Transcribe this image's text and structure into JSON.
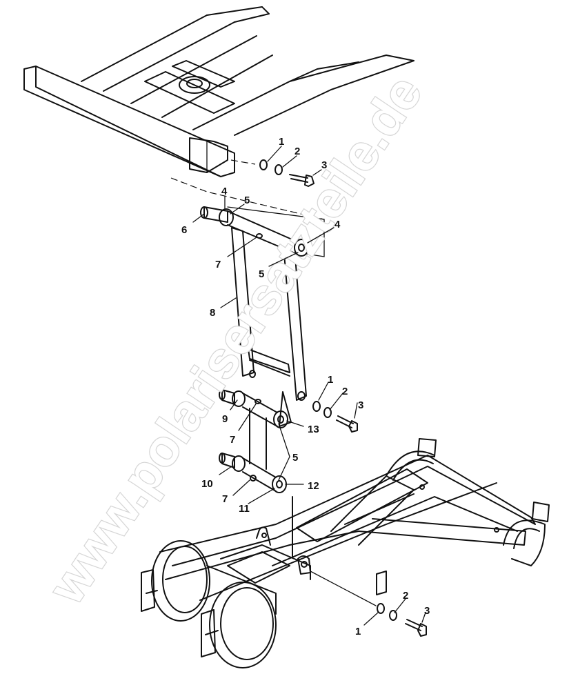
{
  "diagram": {
    "watermark": "www.polarisersatzteile.de",
    "callouts": [
      "1",
      "2",
      "3",
      "4",
      "5",
      "6",
      "4",
      "7",
      "5",
      "8",
      "1",
      "2",
      "3",
      "9",
      "7",
      "13",
      "5",
      "10",
      "7",
      "12",
      "11",
      "1",
      "2",
      "3"
    ]
  }
}
